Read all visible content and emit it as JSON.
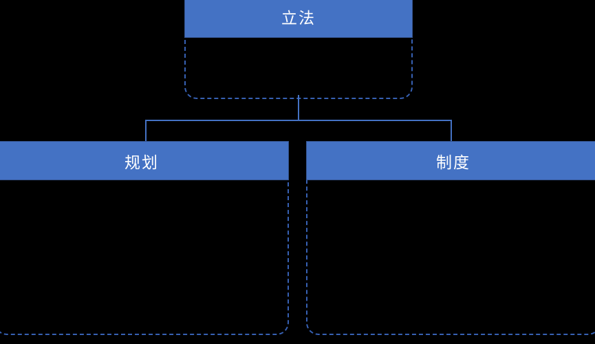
{
  "diagram": {
    "title": "立法",
    "background_color": "#000000",
    "header_color": "#4472c4",
    "border_color": "#3761b4",
    "connector_color": "#4472c4",
    "header_text_color": "#ffffff",
    "nodes": [
      {
        "id": "root",
        "label": "立法",
        "body_text": ""
      },
      {
        "id": "left",
        "label": "规划",
        "body_text": ""
      },
      {
        "id": "right",
        "label": "制度",
        "body_text": ""
      }
    ],
    "connectors": [
      {
        "id": "root-stem",
        "from": "root",
        "to": "bus"
      },
      {
        "id": "bus",
        "from": "root-stem",
        "to": "children"
      },
      {
        "id": "drop-left",
        "from": "bus",
        "to": "left"
      },
      {
        "id": "drop-right",
        "from": "bus",
        "to": "right"
      }
    ]
  }
}
